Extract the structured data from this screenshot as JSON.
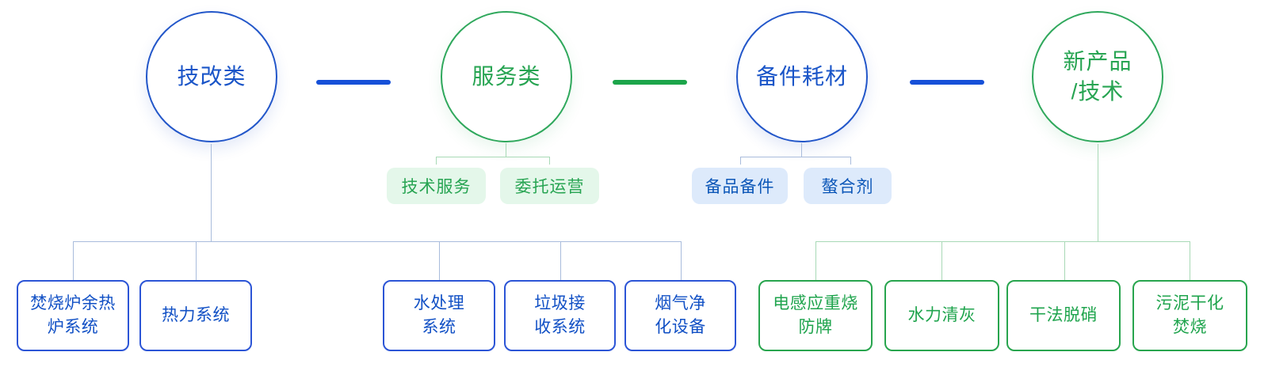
{
  "palette": {
    "blue": "#1a55c8",
    "blue_chip_text": "#0c57b8",
    "green": "#27a452",
    "chip_green_bg": "#e4f7ea",
    "chip_blue_bg": "#ddeafb",
    "connector_blue": "#a9bcdc",
    "connector_green": "#a8d9b6",
    "dash_blue": "#1650d8",
    "dash_green": "#1ca54a"
  },
  "circles": [
    {
      "theme": "blue",
      "lines": [
        "技改类"
      ]
    },
    {
      "theme": "green",
      "lines": [
        "服务类"
      ]
    },
    {
      "theme": "blue",
      "lines": [
        "备件耗材"
      ]
    },
    {
      "theme": "green",
      "lines": [
        "新产品",
        "/技术"
      ]
    }
  ],
  "chips": [
    {
      "theme": "green",
      "label": "技术服务"
    },
    {
      "theme": "green",
      "label": "委托运营"
    },
    {
      "theme": "blue",
      "label": "备品备件"
    },
    {
      "theme": "blue",
      "label": "螯合剂"
    }
  ],
  "boxes": [
    {
      "theme": "blue",
      "lines": [
        "焚烧炉余热",
        "炉系统"
      ]
    },
    {
      "theme": "blue",
      "lines": [
        "热力系统"
      ]
    },
    {
      "theme": "blue",
      "lines": [
        "水处理",
        "系统"
      ]
    },
    {
      "theme": "blue",
      "lines": [
        "垃圾接",
        "收系统"
      ]
    },
    {
      "theme": "blue",
      "lines": [
        "烟气净",
        "化设备"
      ]
    },
    {
      "theme": "green",
      "lines": [
        "电感应重烧",
        "防牌"
      ]
    },
    {
      "theme": "green",
      "lines": [
        "水力清灰"
      ]
    },
    {
      "theme": "green",
      "lines": [
        "干法脱硝"
      ]
    },
    {
      "theme": "green",
      "lines": [
        "污泥干化",
        "焚烧"
      ]
    }
  ]
}
